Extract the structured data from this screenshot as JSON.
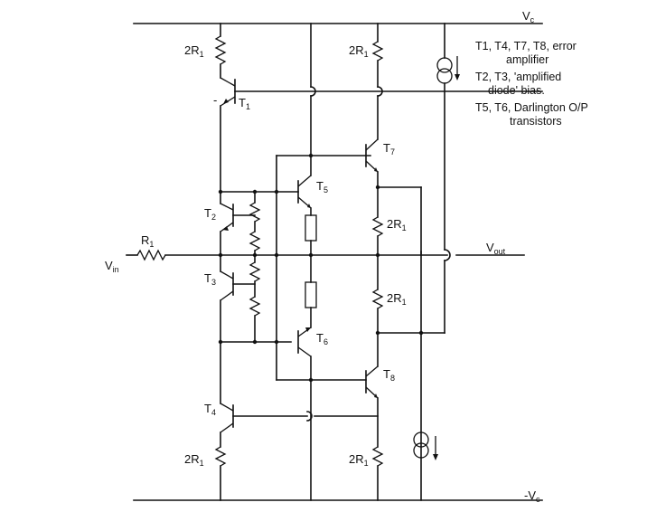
{
  "rails": {
    "positive": "V",
    "positive_sub": "c",
    "negative": "-V",
    "negative_sub": "c"
  },
  "input": {
    "label": "V",
    "label_sub": "in",
    "resistor": "R",
    "resistor_sub": "1"
  },
  "output": {
    "label": "V",
    "label_sub": "out"
  },
  "resistors": {
    "r_top_left": "2R",
    "r_top_left_sub": "1",
    "r_top_right": "2R",
    "r_top_right_sub": "1",
    "r_mid_upper": "2R",
    "r_mid_upper_sub": "1",
    "r_mid_lower": "2R",
    "r_mid_lower_sub": "1",
    "r_bottom_left": "2R",
    "r_bottom_left_sub": "1",
    "r_bottom_right": "2R",
    "r_bottom_right_sub": "1"
  },
  "transistors": {
    "t1": "T",
    "t1_sub": "1",
    "t2": "T",
    "t2_sub": "2",
    "t3": "T",
    "t3_sub": "3",
    "t4": "T",
    "t4_sub": "4",
    "t5": "T",
    "t5_sub": "5",
    "t6": "T",
    "t6_sub": "6",
    "t7": "T",
    "t7_sub": "7",
    "t8": "T",
    "t8_sub": "8"
  },
  "legend": {
    "line1": "T1, T4, T7, T8, error",
    "line2": "amplifier",
    "line3": "T2, T3, 'amplified",
    "line4": "diode' bias.",
    "line5": "T5, T6, Darlington O/P",
    "line6": "transistors"
  }
}
